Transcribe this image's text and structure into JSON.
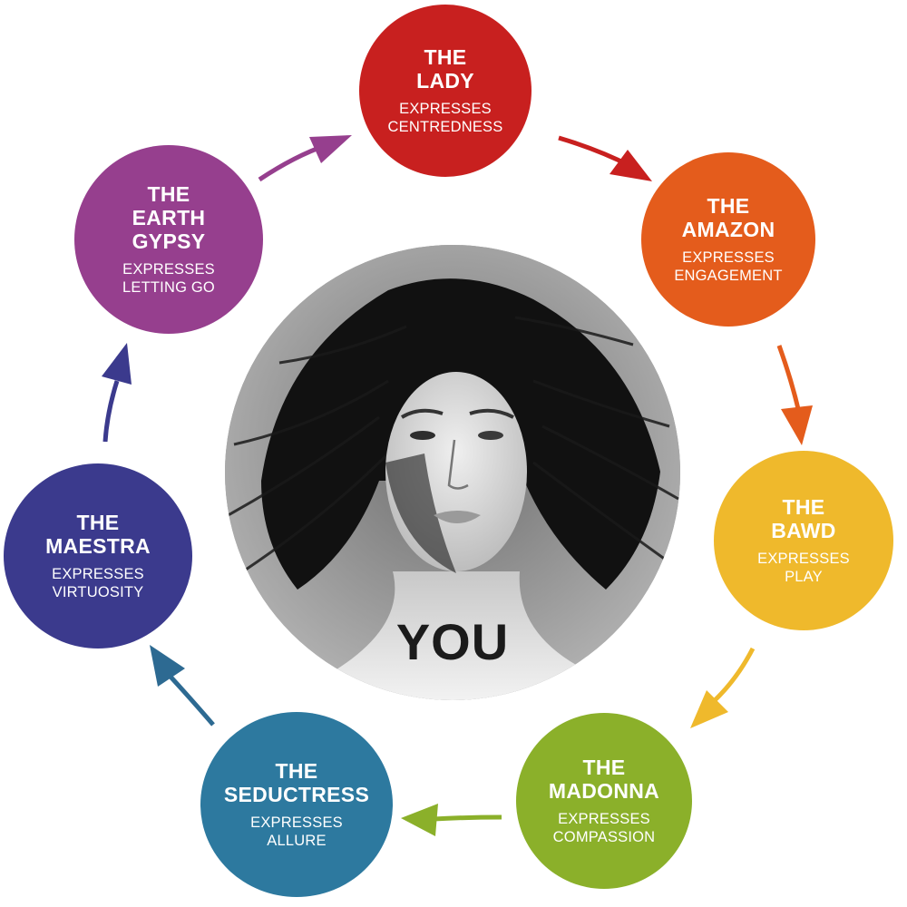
{
  "center": {
    "label": "YOU",
    "image": "black-and-white portrait of a woman with windswept dark hair"
  },
  "archetypes": [
    {
      "id": "lady",
      "title_lines": [
        "THE",
        "LADY"
      ],
      "verb": "EXPRESSES",
      "quality": "CENTREDNESS",
      "color": "#c8201f"
    },
    {
      "id": "amazon",
      "title_lines": [
        "THE",
        "AMAZON"
      ],
      "verb": "EXPRESSES",
      "quality": "ENGAGEMENT",
      "color": "#e45c1c"
    },
    {
      "id": "bawd",
      "title_lines": [
        "THE",
        "BAWD"
      ],
      "verb": "EXPRESSES",
      "quality": "PLAY",
      "color": "#efb92c"
    },
    {
      "id": "madonna",
      "title_lines": [
        "THE",
        "MADONNA"
      ],
      "verb": "EXPRESSES",
      "quality": "COMPASSION",
      "color": "#8bb02a"
    },
    {
      "id": "seductress",
      "title_lines": [
        "THE",
        "SEDUCTRESS"
      ],
      "verb": "EXPRESSES",
      "quality": "ALLURE",
      "color": "#2d799f"
    },
    {
      "id": "maestra",
      "title_lines": [
        "THE",
        "MAESTRA"
      ],
      "verb": "EXPRESSES",
      "quality": "VIRTUOSITY",
      "color": "#3b3a8d"
    },
    {
      "id": "earth-gypsy",
      "title_lines": [
        "THE",
        "EARTH",
        "GYPSY"
      ],
      "verb": "EXPRESSES",
      "quality": "LETTING GO",
      "color": "#963f8e"
    }
  ],
  "cycle_arrows": [
    {
      "from": "lady",
      "to": "amazon",
      "color": "#c8201f"
    },
    {
      "from": "amazon",
      "to": "bawd",
      "color": "#e45c1c"
    },
    {
      "from": "bawd",
      "to": "madonna",
      "color": "#efb92c"
    },
    {
      "from": "madonna",
      "to": "seductress",
      "color": "#8bb02a"
    },
    {
      "from": "seductress",
      "to": "maestra",
      "color": "#2d6a92"
    },
    {
      "from": "maestra",
      "to": "earth-gypsy",
      "color": "#3b3a8d"
    },
    {
      "from": "earth-gypsy",
      "to": "lady",
      "color": "#963f8e"
    }
  ]
}
